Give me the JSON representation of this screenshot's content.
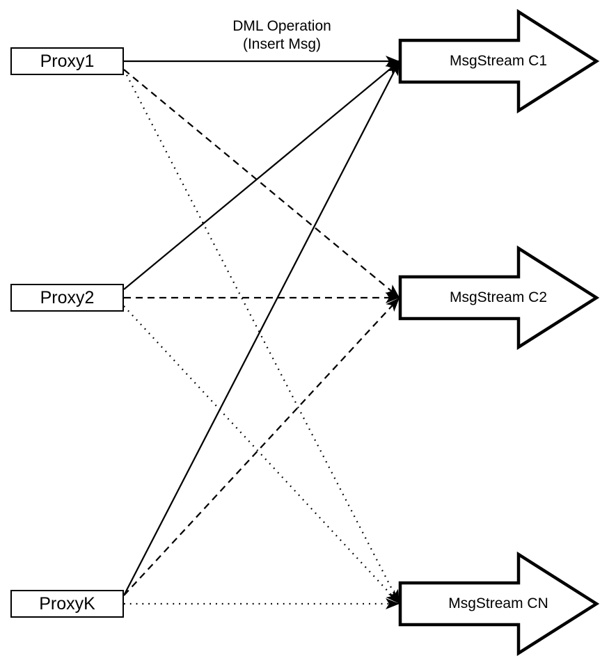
{
  "diagram": {
    "edge_label": {
      "line1": "DML Operation",
      "line2": "(Insert Msg)"
    },
    "proxies": [
      {
        "id": "proxy1",
        "label": "Proxy1"
      },
      {
        "id": "proxy2",
        "label": "Proxy2"
      },
      {
        "id": "proxyK",
        "label": "ProxyK"
      }
    ],
    "streams": [
      {
        "id": "c1",
        "label": "MsgStream C1"
      },
      {
        "id": "c2",
        "label": "MsgStream C2"
      },
      {
        "id": "cn",
        "label": "MsgStream CN"
      }
    ],
    "edges": [
      {
        "from": "proxy1",
        "to": "c1",
        "style": "solid"
      },
      {
        "from": "proxy2",
        "to": "c1",
        "style": "solid"
      },
      {
        "from": "proxyK",
        "to": "c1",
        "style": "solid"
      },
      {
        "from": "proxy1",
        "to": "c2",
        "style": "dashed"
      },
      {
        "from": "proxy2",
        "to": "c2",
        "style": "dashed"
      },
      {
        "from": "proxyK",
        "to": "c2",
        "style": "dashed"
      },
      {
        "from": "proxy1",
        "to": "cn",
        "style": "dotted"
      },
      {
        "from": "proxy2",
        "to": "cn",
        "style": "dotted"
      },
      {
        "from": "proxyK",
        "to": "cn",
        "style": "dotted"
      }
    ],
    "colors": {
      "line": "#000000",
      "fill": "#ffffff",
      "text": "#000000"
    }
  }
}
